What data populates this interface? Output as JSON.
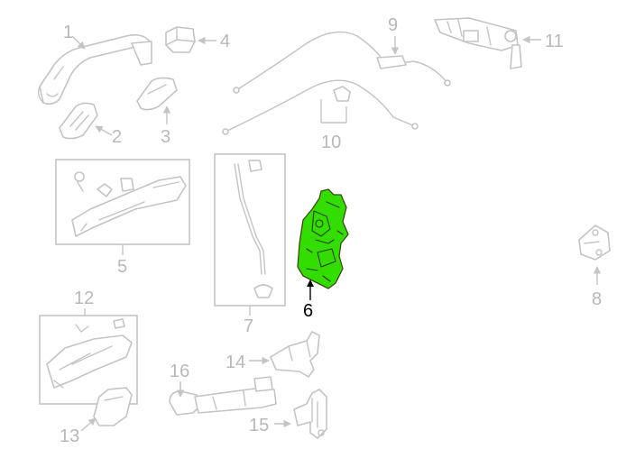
{
  "diagram": {
    "highlight_color": "#33dd00",
    "selected_part": "6",
    "callouts": {
      "c1": "1",
      "c2": "2",
      "c3": "3",
      "c4": "4",
      "c5": "5",
      "c6": "6",
      "c7": "7",
      "c8": "8",
      "c9": "9",
      "c10": "10",
      "c11": "11",
      "c12": "12",
      "c13": "13",
      "c14": "14",
      "c15": "15",
      "c16": "16"
    }
  }
}
